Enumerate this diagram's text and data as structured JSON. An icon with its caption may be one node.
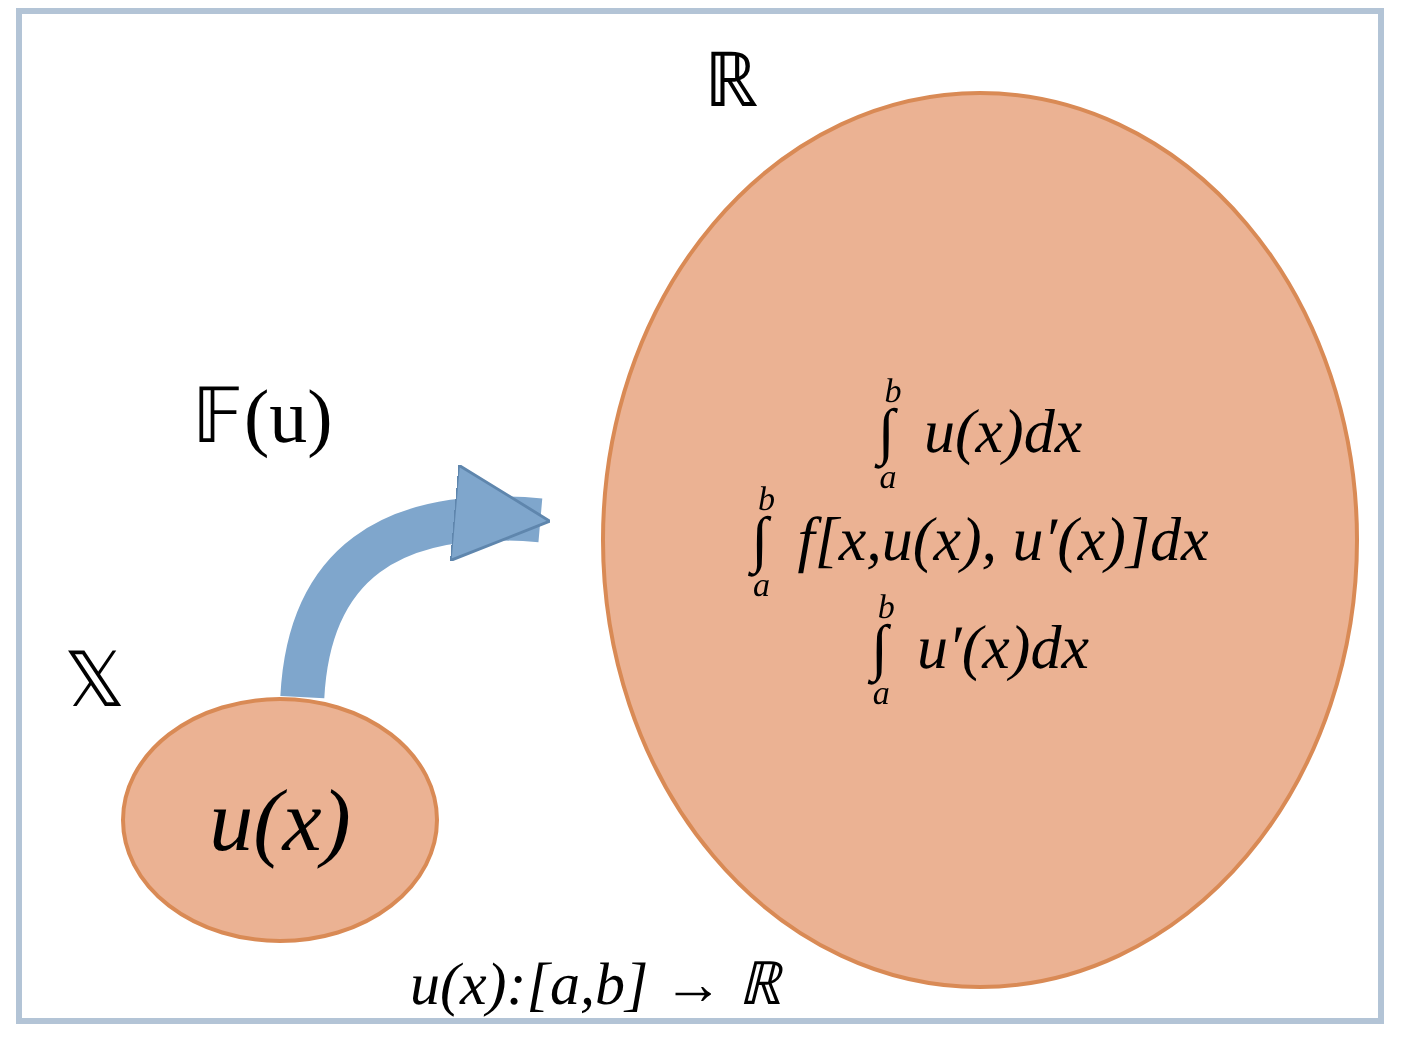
{
  "diagram": {
    "nodes": [
      {
        "text": [
          "u(x)"
        ],
        "beside": [
          "𝕏"
        ]
      },
      {
        "text": [
          "∫$_{a}$$^{b}$ u(x)dx",
          "∫$_{a}$$^{b}$ f[x,u(x), u′(x)]dx",
          "∫$_{a}$$^{b}$ u′(x)dx"
        ],
        "beside": [
          "ℝ"
        ]
      }
    ],
    "edges": [
      {
        "from": 0,
        "to": 1,
        "arrow": "to",
        "label": "𝔽(u)"
      }
    ],
    "labels": [
      "u(x):[a,b] → ℝ"
    ]
  }
}
